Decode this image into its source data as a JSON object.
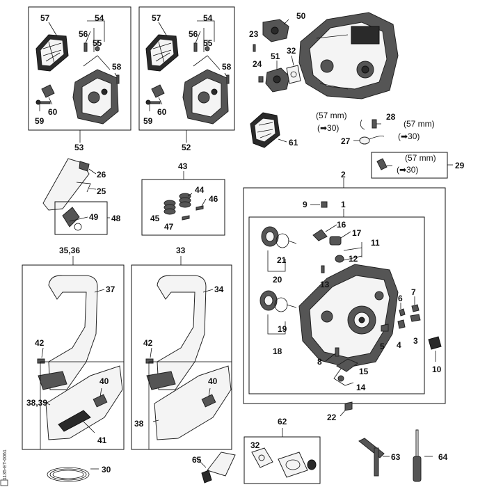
{
  "labels": {
    "l57a": "57",
    "l54a": "54",
    "l56a": "56",
    "l55a": "55",
    "l58a": "58",
    "l60a": "60",
    "l59a": "59",
    "l53": "53",
    "l57b": "57",
    "l54b": "54",
    "l56b": "56",
    "l55b": "55",
    "l58b": "58",
    "l60b": "60",
    "l59b": "59",
    "l52": "52",
    "l50": "50",
    "l23": "23",
    "l51": "51",
    "l32a": "32",
    "l24": "24",
    "l61": "61",
    "l28": "28",
    "l27": "27",
    "l29": "29",
    "l26": "26",
    "l25": "25",
    "l49": "49",
    "l48": "48",
    "l43": "43",
    "l44": "44",
    "l46": "46",
    "l45": "45",
    "l47": "47",
    "l2": "2",
    "l9": "9",
    "l1": "1",
    "l16": "16",
    "l17": "17",
    "l11": "11",
    "l12": "12",
    "l21": "21",
    "l20": "20",
    "l13": "13",
    "l7": "7",
    "l6": "6",
    "l19": "19",
    "l18": "18",
    "l5": "5",
    "l4": "4",
    "l3": "3",
    "l8": "8",
    "l15": "15",
    "l14": "14",
    "l10": "10",
    "l22": "22",
    "l3536": "35,36",
    "l37": "37",
    "l42a": "42",
    "l40a": "40",
    "l3839": "38,39",
    "l41": "41",
    "l33": "33",
    "l34": "34",
    "l42b": "42",
    "l40b": "40",
    "l38": "38",
    "l62": "62",
    "l32b": "32",
    "l63": "63",
    "l64": "64",
    "l65": "65",
    "l30": "30"
  },
  "notes": {
    "n57a": "(57 mm)",
    "n30a": "(➡30)",
    "n57b": "(57 mm)",
    "n30b": "(➡30)",
    "n57c": "(57 mm)",
    "n30c": "(➡30)"
  },
  "side_code": "1135-ET-0061"
}
